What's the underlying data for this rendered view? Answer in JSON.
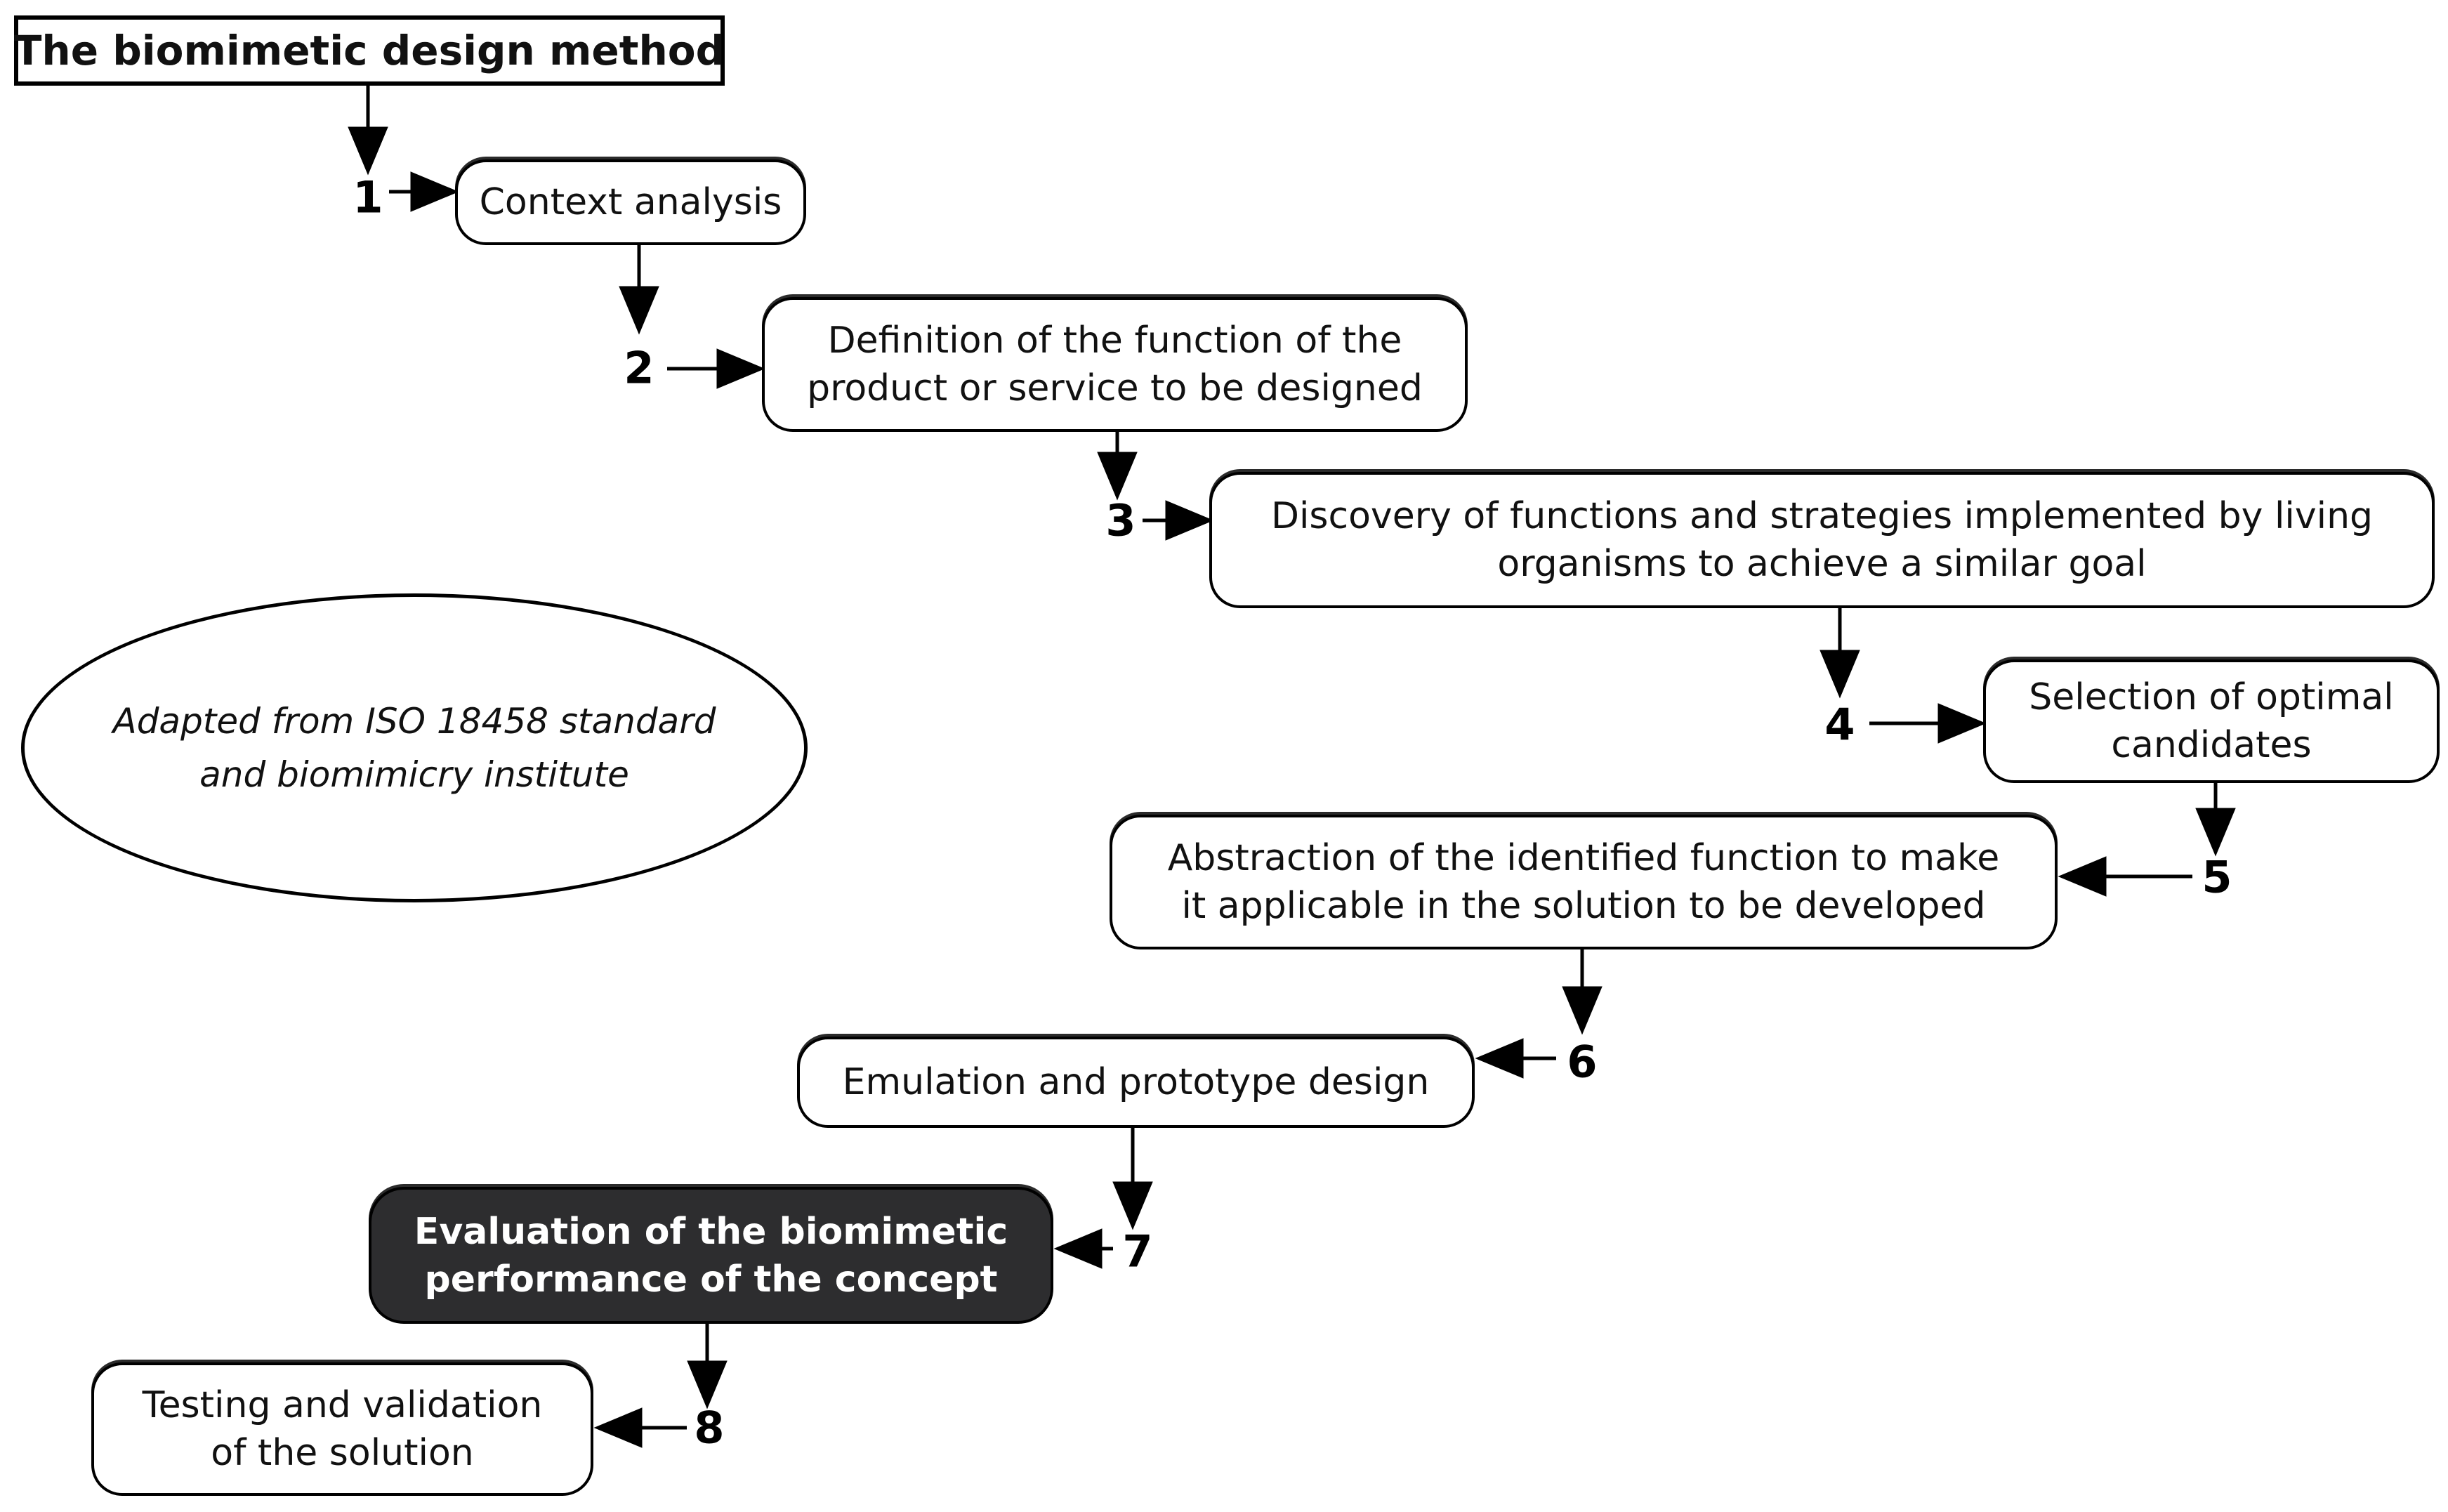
{
  "title_box": {
    "lines": [
      "The biomimetic design method"
    ]
  },
  "source_note": {
    "lines": [
      "Adapted from ISO 18458 standard",
      "and biomimicry institute"
    ]
  },
  "colors": {
    "background": "#ffffff",
    "line_color": "#000000",
    "box_fill": "#ffffff",
    "box_border": "#000000",
    "dark_box_fill": "#2d2d2f",
    "dark_box_text": "#ffffff"
  },
  "steps": [
    {
      "number": "1",
      "lines": [
        "Context analysis"
      ]
    },
    {
      "number": "2",
      "lines": [
        "Definition of the function of the",
        "product or service to be designed"
      ]
    },
    {
      "number": "3",
      "lines": [
        "Discovery of functions and strategies implemented by living",
        "organisms to achieve a similar goal"
      ]
    },
    {
      "number": "4",
      "lines": [
        "Selection of optimal",
        "candidates"
      ]
    },
    {
      "number": "5",
      "lines": [
        "Abstraction of the identified function to make",
        "it applicable in the solution to be developed"
      ]
    },
    {
      "number": "6",
      "lines": [
        "Emulation and prototype design"
      ]
    },
    {
      "number": "7",
      "lines": [
        "Evaluation of the biomimetic",
        "performance of the concept"
      ]
    },
    {
      "number": "8",
      "lines": [
        "Testing and validation",
        "of the solution"
      ]
    }
  ]
}
